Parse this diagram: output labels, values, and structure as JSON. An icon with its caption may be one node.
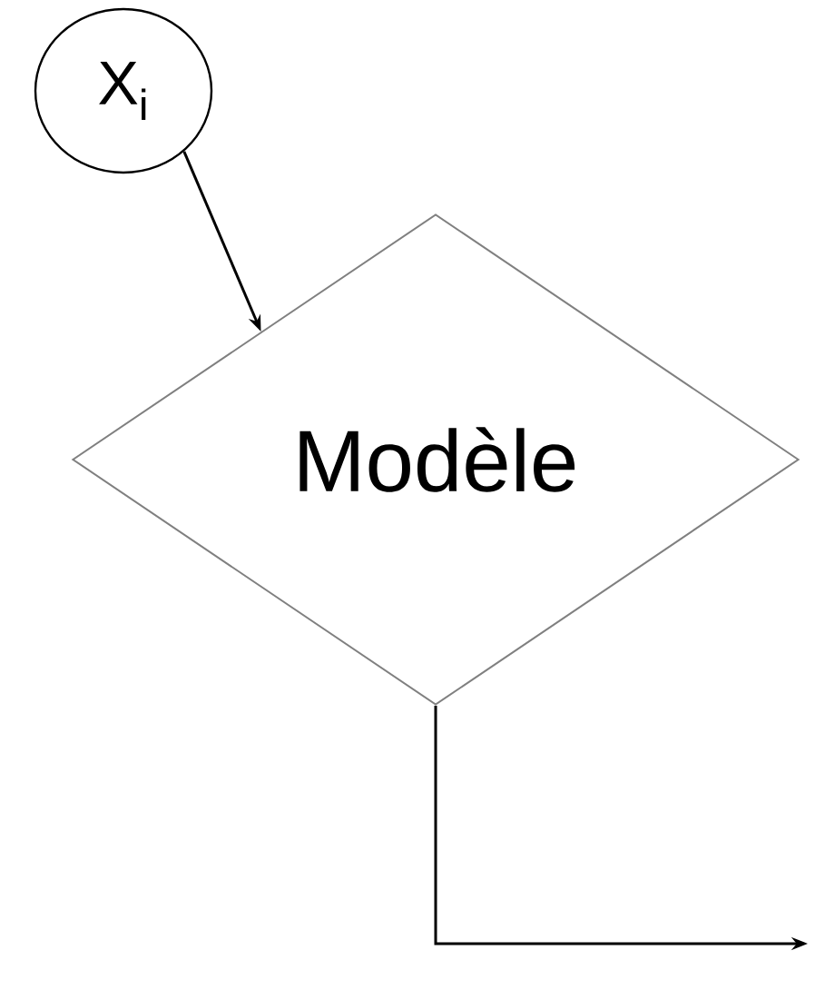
{
  "diagram": {
    "nodes": [
      {
        "text": [
          "X$_{i}$"
        ]
      },
      {
        "text": [
          "Modèle"
        ]
      }
    ],
    "edges": [
      {
        "from": 0,
        "to": 1,
        "arrow": "to"
      },
      {
        "from": 1,
        "to": null,
        "arrow": "to"
      }
    ]
  }
}
